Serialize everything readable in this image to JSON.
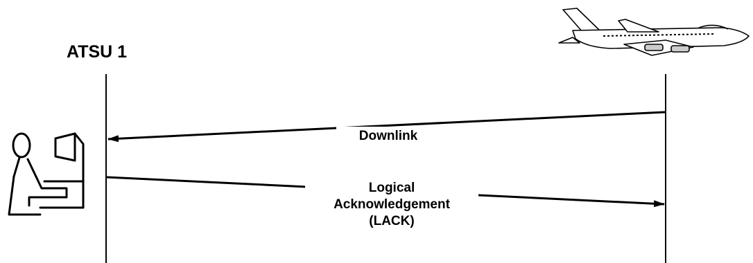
{
  "diagram": {
    "ground_station_label": "ATSU 1",
    "messages": [
      {
        "label_lines": [
          "Downlink"
        ],
        "direction": "aircraft-to-ground"
      },
      {
        "label_lines": [
          "Logical",
          "Acknowledgement",
          "(LACK)"
        ],
        "direction": "ground-to-aircraft"
      }
    ],
    "icons": {
      "ground": "controller-at-console-icon",
      "air": "airliner-icon"
    },
    "colors": {
      "line": "#000000",
      "background": "#ffffff"
    }
  }
}
